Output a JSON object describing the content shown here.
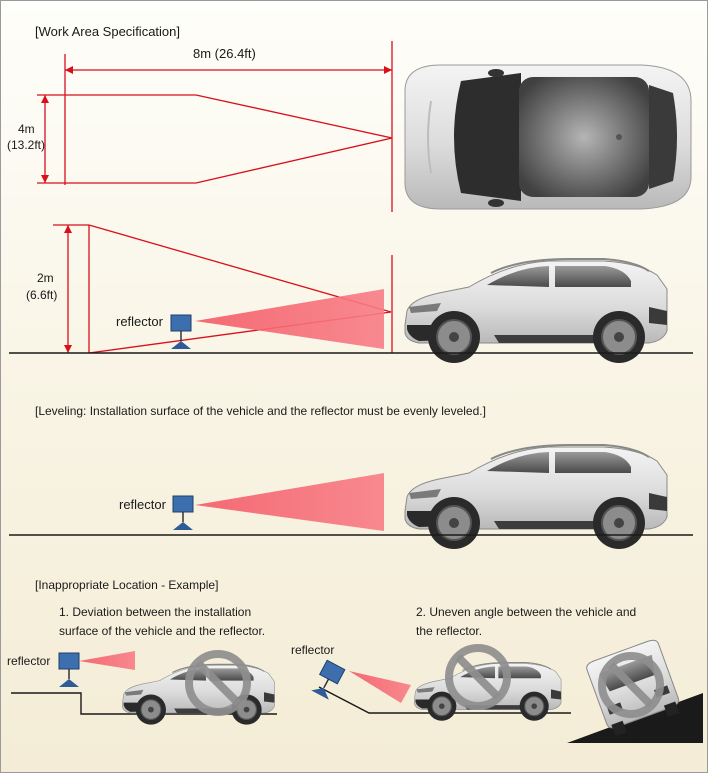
{
  "sections": {
    "work_area": {
      "heading": "[Work Area Specification]",
      "distance_label": "8m (26.4ft)",
      "width_label_line1": "4m",
      "width_label_line2": "(13.2ft)",
      "height_label_line1": "2m",
      "height_label_line2": "(6.6ft)",
      "reflector_label": "reflector"
    },
    "leveling": {
      "heading": "[Leveling: Installation surface of the vehicle and the reflector must be evenly leveled.]",
      "reflector_label": "reflector"
    },
    "inappropriate": {
      "heading": "[Inappropriate Location - Example]",
      "example1_line1": "1. Deviation between the installation",
      "example1_line2": "surface of the vehicle and the reflector.",
      "example2_line1": "2. Uneven angle between the vehicle and",
      "example2_line2": "the reflector.",
      "reflector_label_1": "reflector",
      "reflector_label_2": "reflector"
    }
  },
  "colors": {
    "dimension_line": "#d8101c",
    "beam_fill": "#f66a74",
    "reflector_body": "#3d6fae",
    "reflector_stand": "#2f5c96",
    "ground": "#1a1a1a",
    "prohibition": "#8e8e8e"
  }
}
